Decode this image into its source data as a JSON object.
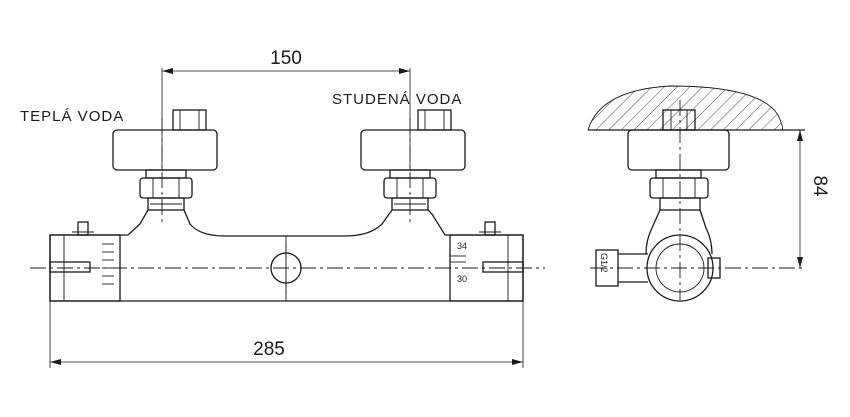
{
  "labels": {
    "hot_water": "TEPLÁ VODA",
    "cold_water": "STUDENÁ VODA"
  },
  "dimensions": {
    "inlet_spacing": "150",
    "body_length": "285",
    "wall_to_axis": "84",
    "thread": "G1/2"
  },
  "scale": {
    "upper": "34",
    "lower": "30"
  }
}
